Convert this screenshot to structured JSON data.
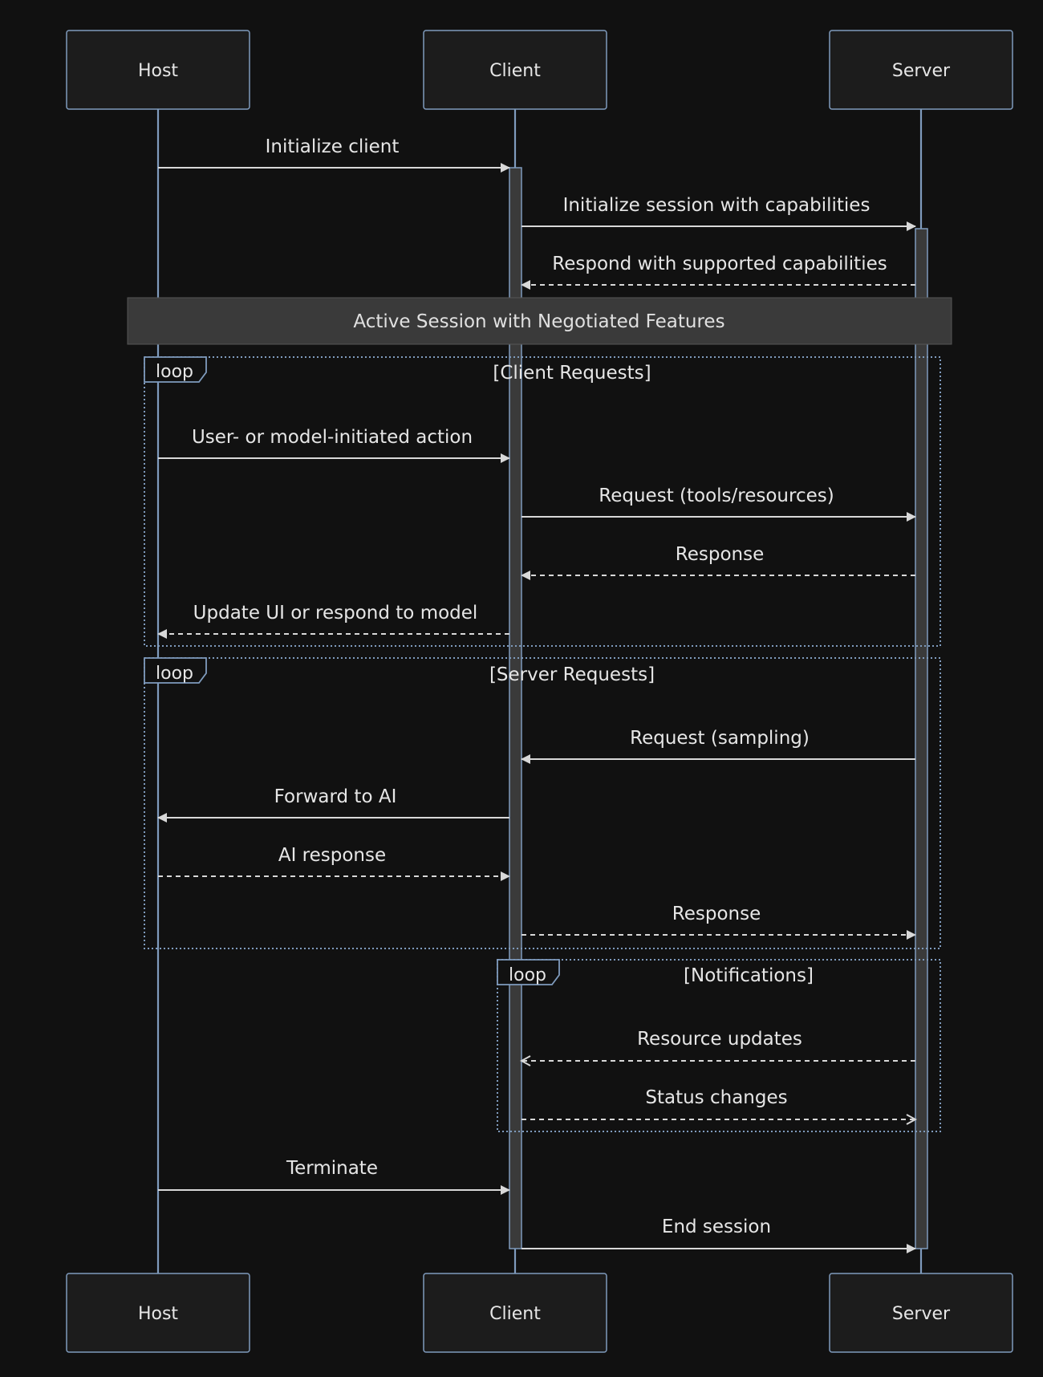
{
  "participants": [
    {
      "id": "host",
      "label": "Host"
    },
    {
      "id": "client",
      "label": "Client"
    },
    {
      "id": "server",
      "label": "Server"
    }
  ],
  "messages": [
    {
      "id": "m1",
      "from": "host",
      "to": "client",
      "label": "Initialize client",
      "style": "solid",
      "head": "filled"
    },
    {
      "id": "m2",
      "from": "client",
      "to": "server",
      "label": "Initialize session with capabilities",
      "style": "solid",
      "head": "filled"
    },
    {
      "id": "m3",
      "from": "server",
      "to": "client",
      "label": "Respond with supported capabilities",
      "style": "dashed",
      "head": "filled"
    },
    {
      "id": "m4",
      "from": "host",
      "to": "client",
      "label": "User- or model-initiated action",
      "style": "solid",
      "head": "filled"
    },
    {
      "id": "m5",
      "from": "client",
      "to": "server",
      "label": "Request (tools/resources)",
      "style": "solid",
      "head": "filled"
    },
    {
      "id": "m6",
      "from": "server",
      "to": "client",
      "label": "Response",
      "style": "dashed",
      "head": "filled"
    },
    {
      "id": "m7",
      "from": "client",
      "to": "host",
      "label": "Update UI or respond to model",
      "style": "dashed",
      "head": "filled"
    },
    {
      "id": "m8",
      "from": "server",
      "to": "client",
      "label": "Request (sampling)",
      "style": "solid",
      "head": "filled"
    },
    {
      "id": "m9",
      "from": "client",
      "to": "host",
      "label": "Forward to AI",
      "style": "solid",
      "head": "filled"
    },
    {
      "id": "m10",
      "from": "host",
      "to": "client",
      "label": "AI response",
      "style": "dashed",
      "head": "filled"
    },
    {
      "id": "m11",
      "from": "client",
      "to": "server",
      "label": "Response",
      "style": "dashed",
      "head": "filled"
    },
    {
      "id": "m12",
      "from": "server",
      "to": "client",
      "label": "Resource updates",
      "style": "dashed",
      "head": "open"
    },
    {
      "id": "m13",
      "from": "client",
      "to": "server",
      "label": "Status changes",
      "style": "dashed",
      "head": "open"
    },
    {
      "id": "m14",
      "from": "host",
      "to": "client",
      "label": "Terminate",
      "style": "solid",
      "head": "filled"
    },
    {
      "id": "m15",
      "from": "client",
      "to": "server",
      "label": "End session",
      "style": "solid",
      "head": "filled"
    }
  ],
  "note": {
    "label": "Active Session with Negotiated Features"
  },
  "loops": [
    {
      "id": "loop-client-requests",
      "keyword": "loop",
      "title": "[Client Requests]"
    },
    {
      "id": "loop-server-requests",
      "keyword": "loop",
      "title": "[Server Requests]"
    },
    {
      "id": "loop-notifications",
      "keyword": "loop",
      "title": "[Notifications]"
    }
  ],
  "colors": {
    "background": "#111111",
    "lifeline": "#7f9bbd",
    "arrow": "#d8d8d8",
    "note": "#3a3a3a"
  }
}
